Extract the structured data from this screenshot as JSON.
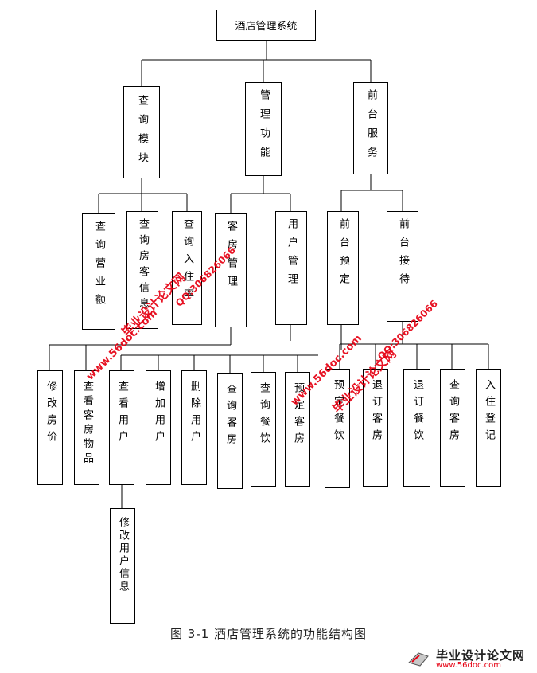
{
  "root": "酒店管理系统",
  "level1": [
    "查询模块",
    "管理功能",
    "前台服务"
  ],
  "level2": [
    "查询营业额",
    "查询房客信息",
    "查询入住率",
    "客房管理",
    "用户管理",
    "前台预定",
    "前台接待"
  ],
  "level3": [
    "修改房价",
    "查看客房物品",
    "查看用户",
    "增加用户",
    "删除用户",
    "查询客房",
    "查询餐饮",
    "预定客房",
    "预定餐饮",
    "退订客房",
    "退订餐饮",
    "查询客房",
    "入住登记"
  ],
  "level4": [
    "修改用户信息"
  ],
  "caption": "图 3-1   酒店管理系统的功能结构图",
  "watermarks": [
    "毕业设计论文网",
    "www.56doc.com",
    "QQ:306826066"
  ],
  "footer": {
    "title": "毕业设计论文网",
    "url": "www.56doc.com"
  },
  "colors": {
    "line": "#000000",
    "watermark": "#e60012"
  }
}
